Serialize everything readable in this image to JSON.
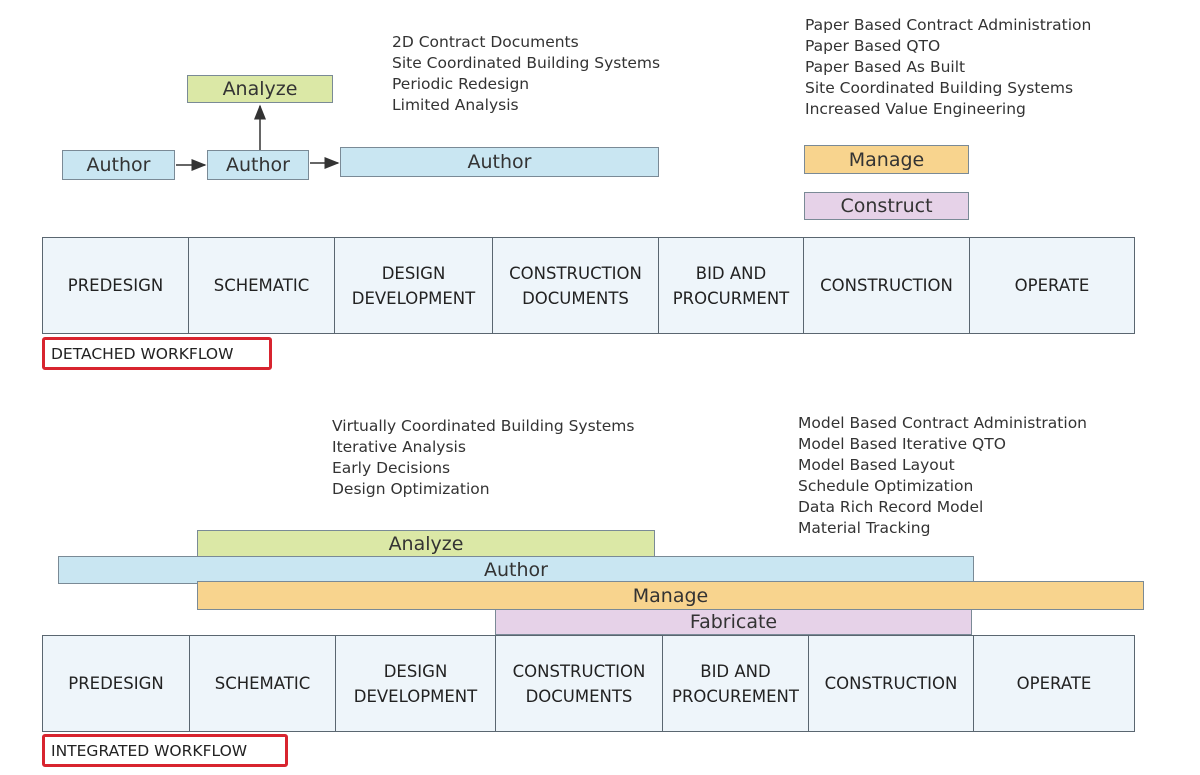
{
  "detached": {
    "notes_design": [
      "2D Contract Documents",
      "Site Coordinated Building Systems",
      "Periodic Redesign",
      "Limited Analysis"
    ],
    "notes_construction": [
      "Paper Based Contract Administration",
      "Paper Based QTO",
      "Paper Based As Built",
      "Site Coordinated Building Systems",
      "Increased Value Engineering"
    ],
    "bars": {
      "analyze": "Analyze",
      "author_1": "Author",
      "author_2": "Author",
      "author_3": "Author",
      "manage": "Manage",
      "construct": "Construct"
    },
    "phases": [
      [
        "PREDESIGN"
      ],
      [
        "SCHEMATIC"
      ],
      [
        "DESIGN",
        "DEVELOPMENT"
      ],
      [
        "CONSTRUCTION",
        "DOCUMENTS"
      ],
      [
        "BID AND",
        "PROCURMENT"
      ],
      [
        "CONSTRUCTION"
      ],
      [
        "OPERATE"
      ]
    ],
    "label": "DETACHED WORKFLOW"
  },
  "integrated": {
    "notes_design": [
      "Virtually Coordinated Building Systems",
      "Iterative Analysis",
      "Early Decisions",
      "Design Optimization"
    ],
    "notes_construction": [
      "Model Based Contract Administration",
      "Model Based Iterative QTO",
      "Model Based Layout",
      "Schedule Optimization",
      "Data Rich Record Model",
      "Material Tracking"
    ],
    "bars": {
      "analyze": "Analyze",
      "author": "Author",
      "manage": "Manage",
      "fabricate": "Fabricate"
    },
    "phases": [
      [
        "PREDESIGN"
      ],
      [
        "SCHEMATIC"
      ],
      [
        "DESIGN",
        "DEVELOPMENT"
      ],
      [
        "CONSTRUCTION",
        "DOCUMENTS"
      ],
      [
        "BID AND",
        "PROCUREMENT"
      ],
      [
        "CONSTRUCTION"
      ],
      [
        "OPERATE"
      ]
    ],
    "label": "INTEGRATED WORKFLOW"
  },
  "colors": {
    "author": "#c9e6f2",
    "analyze": "#dbe8a6",
    "manage": "#f8d48e",
    "construct": "#e6d2e8",
    "label_border": "#d8242f"
  }
}
